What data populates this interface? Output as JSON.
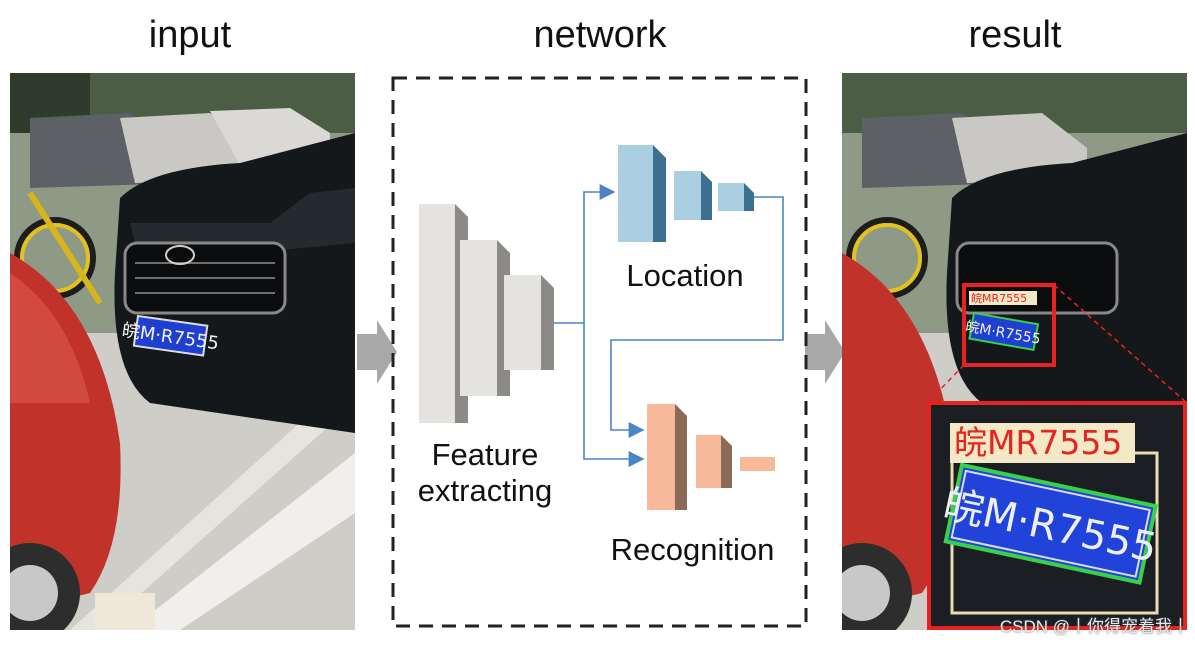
{
  "titles": {
    "input": "input",
    "network": "network",
    "result": "result"
  },
  "network": {
    "feature_label": [
      "Feature",
      "extracting"
    ],
    "location_label": "Location",
    "recognition_label": "Recognition"
  },
  "plate": {
    "text": "皖M·R7555",
    "detection_label": "皖MR7555"
  },
  "watermark": "CSDN @丨你得宠着我丨",
  "colors": {
    "feature_block": "#e5e3df",
    "location_block": "#a9cfe0",
    "recognition_block": "#f8b99a",
    "arrow": "#4a86c5",
    "big_arrow": "#a8a8a8",
    "highlight_box": "#e8231f",
    "plate_bbox": "#37d14a"
  }
}
